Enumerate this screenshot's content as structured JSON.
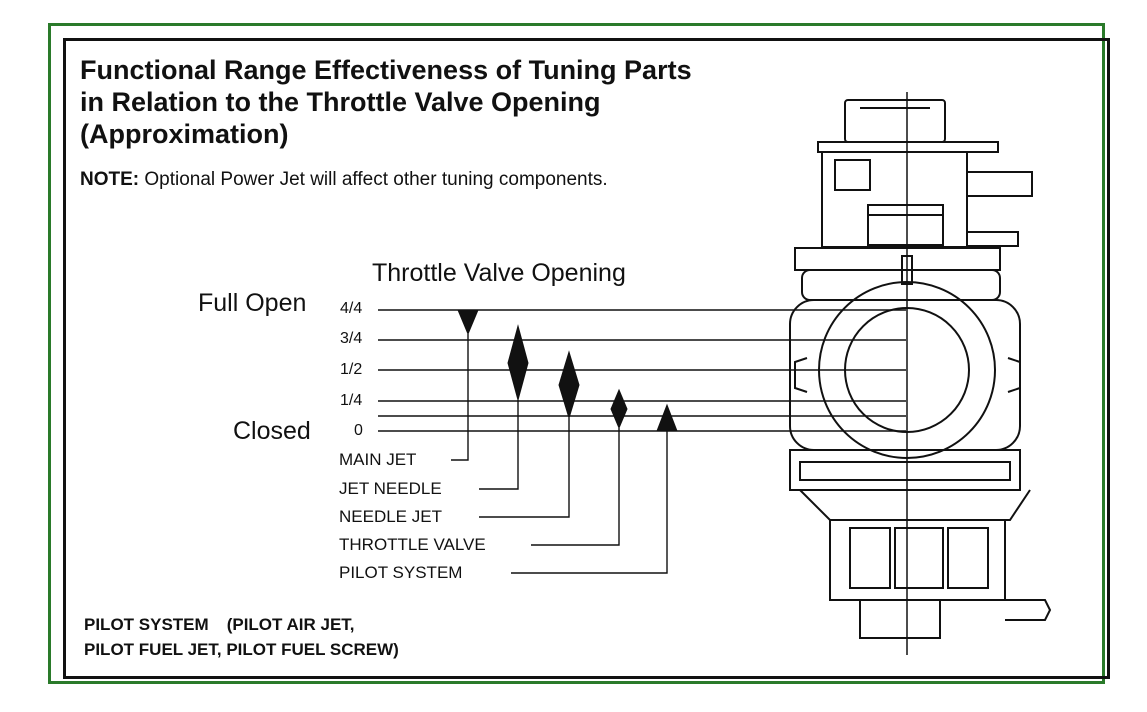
{
  "title": {
    "line1": "Functional Range Effectiveness of Tuning Parts",
    "line2": "in Relation to the Throttle Valve Opening",
    "line3": "(Approximation)"
  },
  "note": {
    "label": "NOTE:",
    "text": " Optional Power Jet will affect other tuning components."
  },
  "axis": {
    "title": "Throttle Valve Opening",
    "full_open_label": "Full Open",
    "closed_label": "Closed",
    "ticks": [
      "4/4",
      "3/4",
      "1/2",
      "1/4",
      "0"
    ]
  },
  "parts": [
    {
      "label": "MAIN JET"
    },
    {
      "label": "JET NEEDLE"
    },
    {
      "label": "NEEDLE JET"
    },
    {
      "label": "THROTTLE VALVE"
    },
    {
      "label": "PILOT SYSTEM"
    }
  ],
  "footnote": {
    "part1": "PILOT SYSTEM",
    "part2": "(PILOT AIR JET,",
    "line2": "PILOT FUEL JET, PILOT FUEL SCREW)"
  },
  "colors": {
    "frame_outer": "#2a7a2a",
    "frame_inner": "#111111",
    "ink": "#111111",
    "background": "#ffffff"
  }
}
